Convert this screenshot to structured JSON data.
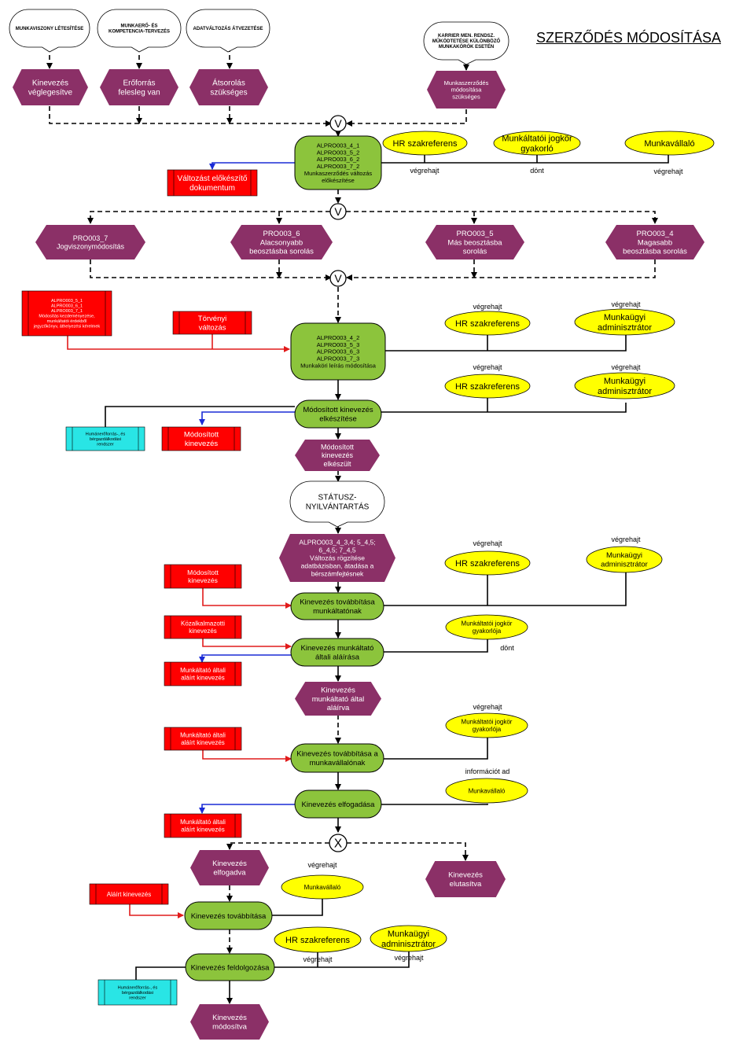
{
  "title": "SZERZŐDÉS MÓDOSÍTÁSA",
  "colors": {
    "event": "#8b3067",
    "function": "#8cc43c",
    "org": "#ffff00",
    "doc": "#ff0000",
    "system": "#29e5e5",
    "control_line": "#000000",
    "input_line": "#e11b1b",
    "output_line": "#1a2bd6"
  },
  "diagram": {
    "nodes": [
      {
        "id": "s1",
        "kind": "start",
        "text": [
          "MUNKAVISZONY LÉTESÍTÉSE"
        ]
      },
      {
        "id": "s2",
        "kind": "start",
        "text": [
          "MUNKAERŐ- ÉS",
          "KOMPETENCIA-TERVEZÉS"
        ]
      },
      {
        "id": "s3",
        "kind": "start",
        "text": [
          "ADATVÁLTOZÁS ÁTVEZETÉSE"
        ]
      },
      {
        "id": "s4",
        "kind": "start",
        "text": [
          "KARRIER MEN. RENDSZ.",
          "MŰKÖDTETÉSE KÜLÖNBÖZŐ",
          "MUNKAKÖRÖK ESETÉN"
        ]
      },
      {
        "id": "e1",
        "kind": "event",
        "text": [
          "Kinevezés",
          "véglegesítve"
        ]
      },
      {
        "id": "e2",
        "kind": "event",
        "text": [
          "Erőforrás",
          "felesleg van"
        ]
      },
      {
        "id": "e3",
        "kind": "event",
        "text": [
          "Átsorolás",
          "szükséges"
        ]
      },
      {
        "id": "e4",
        "kind": "event",
        "text": [
          "Munkaszerződés",
          "módosítása",
          "szükséges"
        ]
      },
      {
        "id": "x1",
        "kind": "connector",
        "text": [
          "V"
        ]
      },
      {
        "id": "f1",
        "kind": "function",
        "text": [
          "ALPRO003_4_1",
          "ALPRO003_5_2",
          "ALPRO003_6_2",
          "ALPRO003_7_2",
          "Munkaszerződés változás",
          "előkészítése"
        ]
      },
      {
        "id": "o1",
        "kind": "org",
        "text": [
          "HR szakreferens"
        ]
      },
      {
        "id": "o2",
        "kind": "org",
        "text": [
          "Munkáltatói jogkör",
          "gyakorló"
        ]
      },
      {
        "id": "o3",
        "kind": "org",
        "text": [
          "Munkavállaló"
        ]
      },
      {
        "id": "l1",
        "kind": "label",
        "text": [
          "végrehajt"
        ]
      },
      {
        "id": "l2",
        "kind": "label",
        "text": [
          "dönt"
        ]
      },
      {
        "id": "l3",
        "kind": "label",
        "text": [
          "végrehajt"
        ]
      },
      {
        "id": "d1",
        "kind": "doc",
        "text": [
          "Változást előkészítő",
          "dokumentum"
        ]
      },
      {
        "id": "x2",
        "kind": "connector",
        "text": [
          "V"
        ]
      },
      {
        "id": "p1",
        "kind": "process",
        "text": [
          "PRO003_7",
          "Jogviszonymódosítás"
        ]
      },
      {
        "id": "p2",
        "kind": "process",
        "text": [
          "PRO003_6",
          "Alacsonyabb",
          "beosztásba sorolás"
        ]
      },
      {
        "id": "p3",
        "kind": "process",
        "text": [
          "PRO003_5",
          "Más beosztásba",
          "sorolás"
        ]
      },
      {
        "id": "p4",
        "kind": "process",
        "text": [
          "PRO003_4",
          "Magasabb",
          "beosztásba sorolás"
        ]
      },
      {
        "id": "x3",
        "kind": "connector",
        "text": [
          "V"
        ]
      },
      {
        "id": "d2",
        "kind": "doc",
        "text": [
          "ALPRO003_5_1",
          "ALPRO003_6_1",
          "ALPRO003_7_1",
          "Módosítás kezdeményezése,",
          "munkáltatói érdekből",
          "jegyzőkönyv, áthelyezési kérelmek"
        ]
      },
      {
        "id": "d3",
        "kind": "doc",
        "text": [
          "Törvényi",
          "változás"
        ]
      },
      {
        "id": "f2",
        "kind": "function",
        "text": [
          "ALPRO003_4_2",
          "ALPRO003_5_3",
          "ALPRO003_6_3",
          "ALPRO003_7_3",
          "Munkaköri leírás módosítása"
        ]
      },
      {
        "id": "l4",
        "kind": "label",
        "text": [
          "végrehajt"
        ]
      },
      {
        "id": "o4",
        "kind": "org",
        "text": [
          "HR szakreferens"
        ]
      },
      {
        "id": "l5",
        "kind": "label",
        "text": [
          "végrehajt"
        ]
      },
      {
        "id": "o5",
        "kind": "org",
        "text": [
          "Munkaügyi",
          "adminisztrátor"
        ]
      },
      {
        "id": "l6",
        "kind": "label",
        "text": [
          "végrehajt"
        ]
      },
      {
        "id": "o6",
        "kind": "org",
        "text": [
          "HR szakreferens"
        ]
      },
      {
        "id": "l7",
        "kind": "label",
        "text": [
          "végrehajt"
        ]
      },
      {
        "id": "o7",
        "kind": "org",
        "text": [
          "Munkaügyi",
          "adminisztrátor"
        ]
      },
      {
        "id": "f3",
        "kind": "function",
        "text": [
          "Módosított kinevezés",
          "elkészítése"
        ]
      },
      {
        "id": "sys1",
        "kind": "system",
        "text": [
          "Humánerőforrás-, és",
          "bérgazdálkodási",
          "rendszer"
        ]
      },
      {
        "id": "d4",
        "kind": "doc",
        "text": [
          "Módosított",
          "kinevezés"
        ]
      },
      {
        "id": "e5",
        "kind": "event",
        "text": [
          "Módosított",
          "kinevezés",
          "elkészült"
        ]
      },
      {
        "id": "s5",
        "kind": "start",
        "text": [
          "STÁTUSZ-",
          "NYILVÁNTARTÁS"
        ]
      },
      {
        "id": "e6",
        "kind": "event",
        "text": [
          "ALPRO003_4_3,4; 5_4,5;",
          "6_4,5; 7_4,5",
          "Változás rögzítése",
          "adatbázisban, átadása a",
          "bérszámfejtésnek"
        ]
      },
      {
        "id": "l8",
        "kind": "label",
        "text": [
          "végrehajt"
        ]
      },
      {
        "id": "o8",
        "kind": "org",
        "text": [
          "HR szakreferens"
        ]
      },
      {
        "id": "l9",
        "kind": "label",
        "text": [
          "végrehajt"
        ]
      },
      {
        "id": "o9",
        "kind": "org",
        "text": [
          "Munkaügyi",
          "adminisztrátor"
        ]
      },
      {
        "id": "d5",
        "kind": "doc",
        "text": [
          "Módosított",
          "kinevezés"
        ]
      },
      {
        "id": "f4",
        "kind": "function",
        "text": [
          "Kinevezés továbbítása",
          "munkáltatónak"
        ]
      },
      {
        "id": "d6",
        "kind": "doc",
        "text": [
          "Közalkalmazotti",
          "kinevezés"
        ]
      },
      {
        "id": "o10",
        "kind": "org",
        "text": [
          "Munkáltatói jogkör",
          "gyakorlója"
        ]
      },
      {
        "id": "l10",
        "kind": "label",
        "text": [
          "dönt"
        ]
      },
      {
        "id": "f5",
        "kind": "function",
        "text": [
          "Kinevezés munkáltató",
          "általi aláírása"
        ]
      },
      {
        "id": "d7",
        "kind": "doc",
        "text": [
          "Munkáltató általi",
          "aláírt kinevezés"
        ]
      },
      {
        "id": "e7",
        "kind": "event",
        "text": [
          "Kinevezés",
          "munkáltató által",
          "aláírva"
        ]
      },
      {
        "id": "l11",
        "kind": "label",
        "text": [
          "végrehajt"
        ]
      },
      {
        "id": "o11",
        "kind": "org",
        "text": [
          "Munkáltatói jogkör",
          "gyakorlója"
        ]
      },
      {
        "id": "d8",
        "kind": "doc",
        "text": [
          "Munkáltató általi",
          "aláírt kinevezés"
        ]
      },
      {
        "id": "f6",
        "kind": "function",
        "text": [
          "Kinevezés továbbítása a",
          "munkavállalónak"
        ]
      },
      {
        "id": "l12",
        "kind": "label",
        "text": [
          "információt ad"
        ]
      },
      {
        "id": "o12",
        "kind": "org",
        "text": [
          "Munkavállaló"
        ]
      },
      {
        "id": "f7",
        "kind": "function",
        "text": [
          "Kinevezés elfogadása"
        ]
      },
      {
        "id": "d9",
        "kind": "doc",
        "text": [
          "Munkáltató általi",
          "aláírt kinevezés"
        ]
      },
      {
        "id": "x4",
        "kind": "connector",
        "text": [
          "X"
        ]
      },
      {
        "id": "e8",
        "kind": "event",
        "text": [
          "Kinevezés",
          "elfogadva"
        ]
      },
      {
        "id": "e9",
        "kind": "event",
        "text": [
          "Kinevezés",
          "elutasítva"
        ]
      },
      {
        "id": "l13",
        "kind": "label",
        "text": [
          "végrehajt"
        ]
      },
      {
        "id": "o13",
        "kind": "org",
        "text": [
          "Munkavállaló"
        ]
      },
      {
        "id": "d10",
        "kind": "doc",
        "text": [
          "Aláírt kinevezés"
        ]
      },
      {
        "id": "f8",
        "kind": "function",
        "text": [
          "Kinevezés továbbítása"
        ]
      },
      {
        "id": "o14",
        "kind": "org",
        "text": [
          "HR szakreferens"
        ]
      },
      {
        "id": "o15",
        "kind": "org",
        "text": [
          "Munkaügyi",
          "adminisztrátor"
        ]
      },
      {
        "id": "l14",
        "kind": "label",
        "text": [
          "végrehajt"
        ]
      },
      {
        "id": "l15",
        "kind": "label",
        "text": [
          "végrehajt"
        ]
      },
      {
        "id": "f9",
        "kind": "function",
        "text": [
          "Kinevezés feldolgozása"
        ]
      },
      {
        "id": "sys2",
        "kind": "system",
        "text": [
          "Humánerőforrás-, és",
          "bérgazdálkodási",
          "rendszer"
        ]
      },
      {
        "id": "e10",
        "kind": "event",
        "text": [
          "Kinevezés",
          "módosítva"
        ]
      }
    ]
  }
}
